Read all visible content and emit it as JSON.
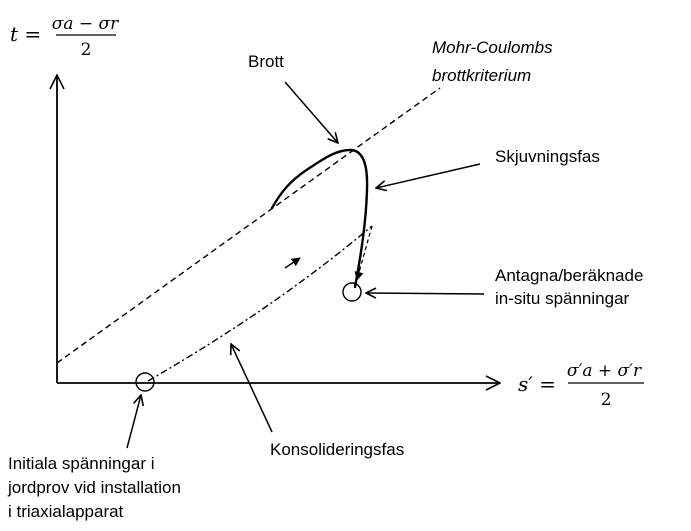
{
  "axes": {
    "y_formula": {
      "lhs": "t =",
      "numerator": "σa − σr",
      "denominator": "2"
    },
    "x_formula": {
      "lhs": "s′ =",
      "numerator": "σ′a + σ′r",
      "denominator": "2"
    }
  },
  "labels": {
    "brott": "Brott",
    "mohr_line1": "Mohr-Coulombs",
    "mohr_line2": "brottkriterium",
    "skjuvningsfas": "Skjuvningsfas",
    "insitu_line1": "Antagna/beräknade",
    "insitu_line2": "in-situ spänningar",
    "konsolidering": "Konsolideringsfas",
    "initial_line1": "Initiala spänningar i",
    "initial_line2": "jordprov vid installation",
    "initial_line3": "i triaxialapparat"
  },
  "colors": {
    "ink": "#000000"
  }
}
